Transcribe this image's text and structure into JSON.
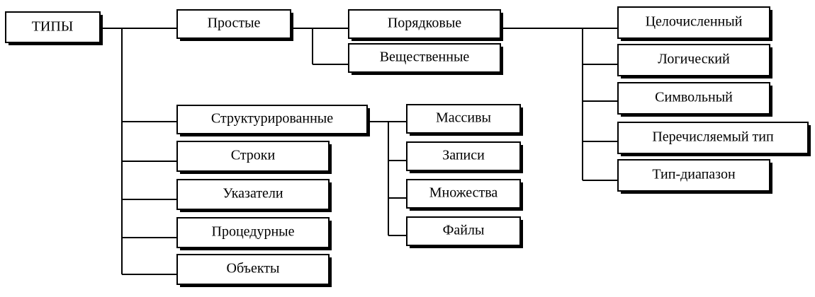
{
  "diagram": {
    "root": "ТИПЫ",
    "simple": {
      "label": "Простые",
      "ordinal": {
        "label": "Порядковые",
        "children": [
          "Целочисленный",
          "Логический",
          "Символьный",
          "Перечисляемый тип",
          "Тип-диапазон"
        ]
      },
      "real": "Вещественные"
    },
    "structured": {
      "label": "Структурированные",
      "children": [
        "Массивы",
        "Записи",
        "Множества",
        "Файлы"
      ]
    },
    "strings": "Строки",
    "pointers": "Указатели",
    "procedural": "Процедурные",
    "objects": "Объекты"
  }
}
